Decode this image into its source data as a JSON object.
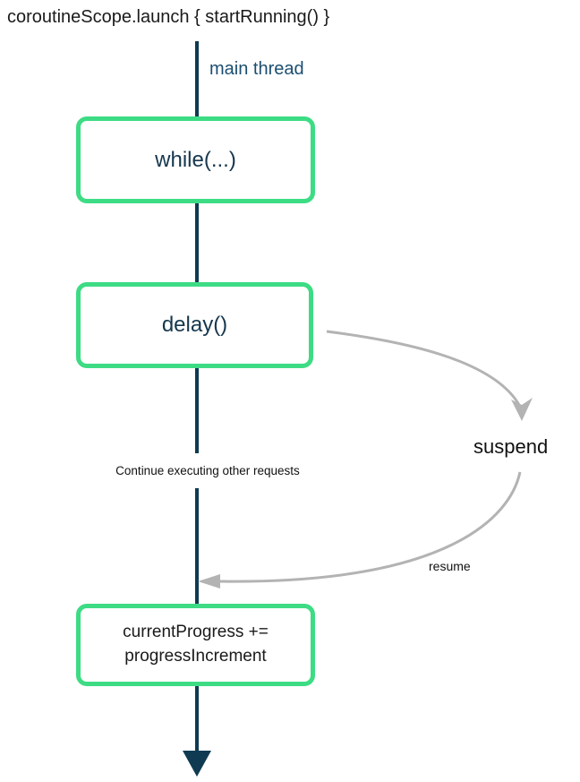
{
  "diagram": {
    "type": "flow-diagram",
    "header": {
      "title": "coroutineScope.launch { startRunning() }"
    },
    "thread": {
      "label": "main thread"
    },
    "boxes": {
      "while_box": {
        "label": "while(...)"
      },
      "delay_box": {
        "label": "delay()"
      },
      "progress_box": {
        "label": "currentProgress += progressIncrement"
      }
    },
    "annotations": {
      "continue_label": "Continue executing other requests",
      "suspend_label": "suspend",
      "resume_label": "resume"
    },
    "edges": [
      {
        "from": "delay_box",
        "to": "suspend_label",
        "style": "curved-gray"
      },
      {
        "from": "suspend_label",
        "to": "main_thread_line",
        "style": "curved-gray",
        "label": "resume"
      },
      {
        "from": "main_thread_line_top",
        "to": "bottom",
        "style": "straight-navy-arrow"
      }
    ],
    "colors": {
      "accent_green": "#3ddc84",
      "thread_navy": "#0f3a52",
      "box_text_navy": "#16374e",
      "main_thread_text_blue": "#1b4e70",
      "arrow_gray": "#b3b3b3",
      "text_black": "#1a1a1a"
    }
  }
}
